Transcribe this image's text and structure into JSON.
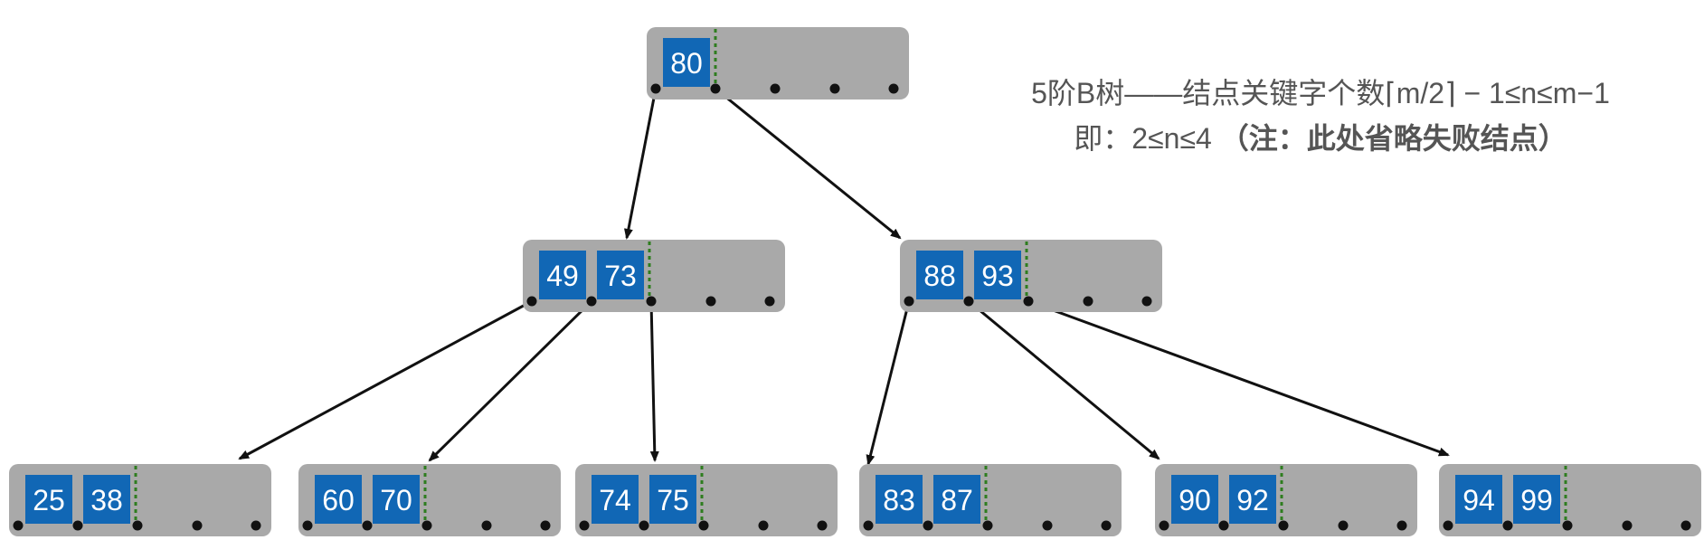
{
  "colors": {
    "node_fill": "#a9a9a9",
    "key_fill": "#1167b5",
    "key_text": "#ffffff",
    "divider": "#2e7d1f",
    "arrow": "#111111",
    "background": "#ffffff"
  },
  "annotation": {
    "line1": "5阶B树——结点关键字个数⌈m/2⌉ − 1≤n≤m−1",
    "line2_prefix": "即：2≤n≤4 ",
    "line2_note": "（注：此处省略失败结点）"
  },
  "tree": {
    "root": {
      "keys": [
        "80"
      ]
    },
    "level1": [
      {
        "keys": [
          "49",
          "73"
        ]
      },
      {
        "keys": [
          "88",
          "93"
        ]
      }
    ],
    "level2": [
      {
        "keys": [
          "25",
          "38"
        ]
      },
      {
        "keys": [
          "60",
          "70"
        ]
      },
      {
        "keys": [
          "74",
          "75"
        ]
      },
      {
        "keys": [
          "83",
          "87"
        ]
      },
      {
        "keys": [
          "90",
          "92"
        ]
      },
      {
        "keys": [
          "94",
          "99"
        ]
      }
    ]
  }
}
